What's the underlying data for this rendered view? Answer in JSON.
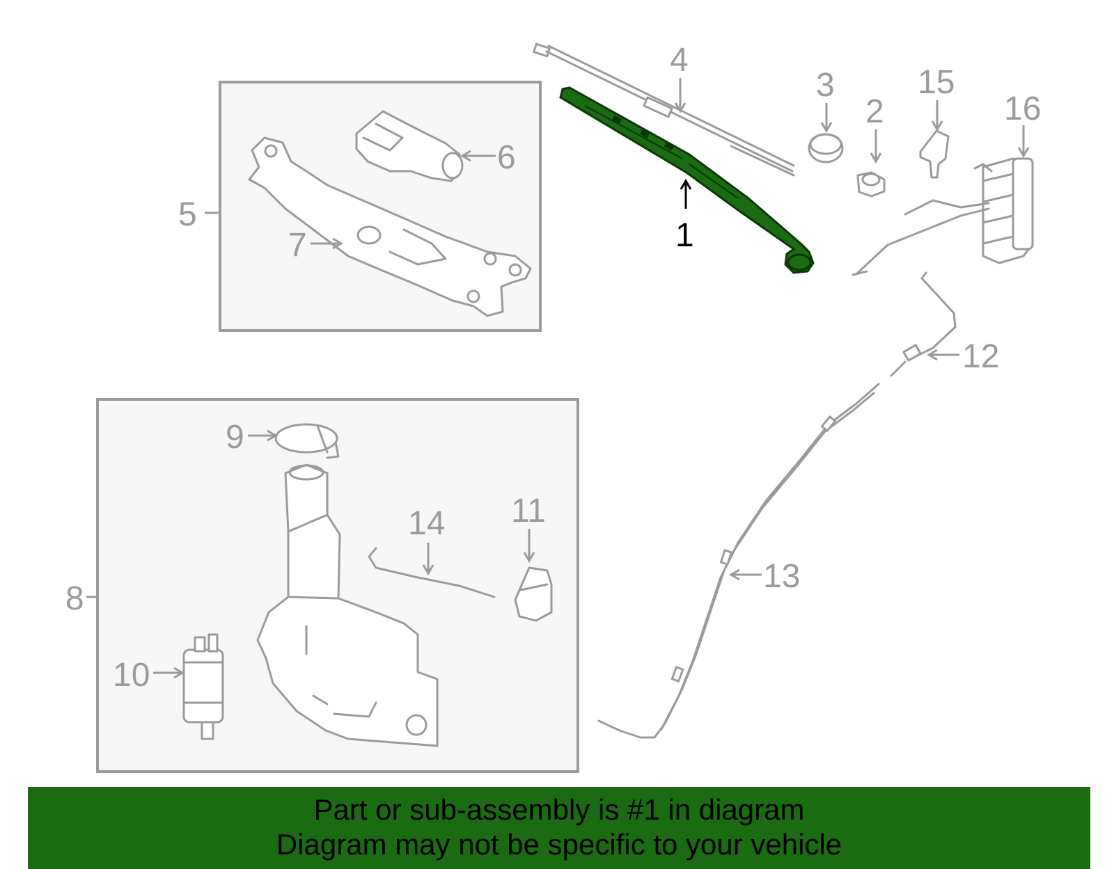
{
  "diagram": {
    "highlight_color": "#1a6b12",
    "line_color": "#9b9b9b",
    "callouts": {
      "c1": "1",
      "c2": "2",
      "c3": "3",
      "c4": "4",
      "c5": "5",
      "c6": "6",
      "c7": "7",
      "c8": "8",
      "c9": "9",
      "c10": "10",
      "c11": "11",
      "c12": "12",
      "c13": "13",
      "c14": "14",
      "c15": "15",
      "c16": "16"
    }
  },
  "banner": {
    "line1": "Part or sub-assembly is #1 in diagram",
    "line2": "Diagram may not be specific to your vehicle",
    "background": "#1a6b12"
  }
}
